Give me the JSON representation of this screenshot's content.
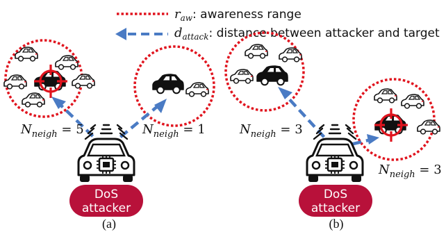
{
  "legend": {
    "range_symbol": "r",
    "range_sub": "aw",
    "range_text": ": awareness range",
    "distance_symbol": "d",
    "distance_sub": "attack",
    "distance_text": ": distance between attacker and target",
    "range_color": "#e0141e",
    "distance_color": "#4a7bc4"
  },
  "panel_a": {
    "neigh_left": {
      "var": "N",
      "sub": "neigh",
      "eq": " = 5"
    },
    "neigh_right": {
      "var": "N",
      "sub": "neigh",
      "eq": " = 1"
    },
    "attacker_line1": "DoS",
    "attacker_line2": "attacker",
    "caption": "(a)"
  },
  "panel_b": {
    "neigh_left": {
      "var": "N",
      "sub": "neigh",
      "eq": " = 3"
    },
    "neigh_right": {
      "var": "N",
      "sub": "neigh",
      "eq": " = 3"
    },
    "attacker_line1": "DoS",
    "attacker_line2": "attacker",
    "caption": "(b)"
  },
  "colors": {
    "attacker_pill": "#b8113a",
    "target": "#e0141e"
  }
}
